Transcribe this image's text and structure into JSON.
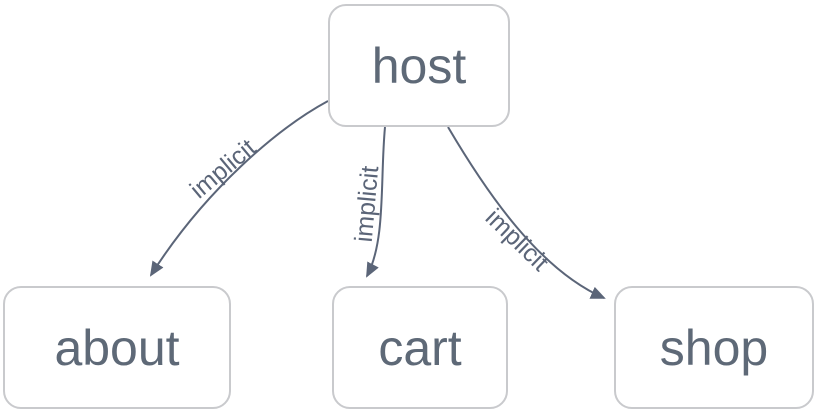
{
  "diagram": {
    "nodes": [
      {
        "id": "host",
        "label": "host"
      },
      {
        "id": "about",
        "label": "about"
      },
      {
        "id": "cart",
        "label": "cart"
      },
      {
        "id": "shop",
        "label": "shop"
      }
    ],
    "edges": [
      {
        "from": "host",
        "to": "about",
        "label": "implicit"
      },
      {
        "from": "host",
        "to": "cart",
        "label": "implicit"
      },
      {
        "from": "host",
        "to": "shop",
        "label": "implicit"
      }
    ],
    "colors": {
      "background": "#FFFFFF",
      "node_fill": "#FFFFFF",
      "node_border": "#C9CACD",
      "node_text": "#5E6977",
      "edge_stroke": "#5B6578",
      "edge_label_text": "#5B6578"
    }
  }
}
